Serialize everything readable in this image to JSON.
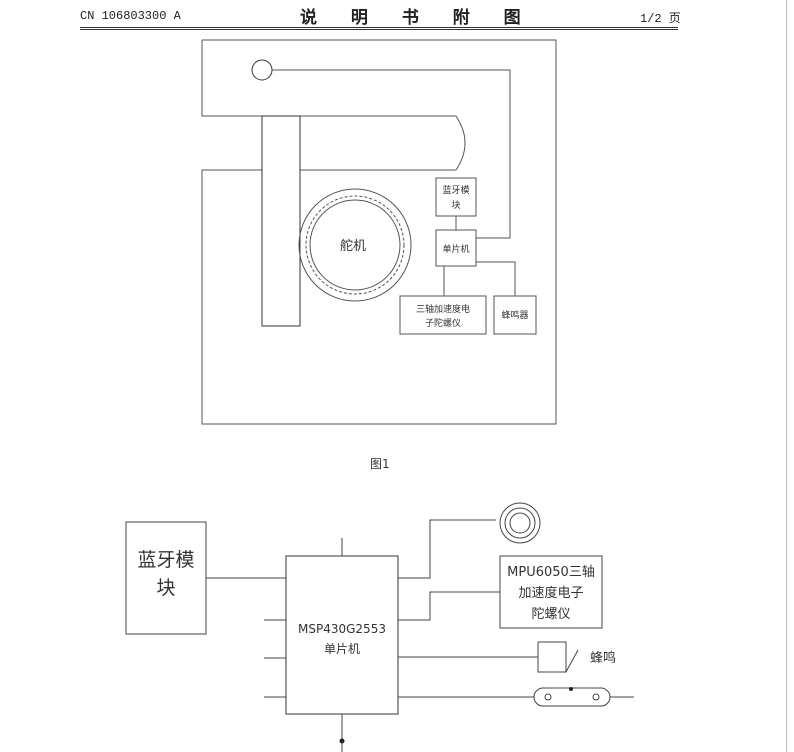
{
  "header": {
    "patent_number": "CN 106803300 A",
    "title": "说 明 书 附 图",
    "page": "1/2 页"
  },
  "figure1": {
    "caption": "图1",
    "servo_label": "舵机",
    "bluetooth_label_line1": "蓝牙模",
    "bluetooth_label_line2": "块",
    "mcu_label": "单片机",
    "gyro_label_line1": "三轴加速度电",
    "gyro_label_line2": "子陀螺仪",
    "buzzer_label": "蜂鸣器"
  },
  "figure2": {
    "bluetooth_label_line1": "蓝牙模",
    "bluetooth_label_line2": "块",
    "mcu_label_line1": "MSP430G2553",
    "mcu_label_line2": "单片机",
    "gyro_label_line1": "MPU6050三轴",
    "gyro_label_line2": "加速度电子",
    "gyro_label_line3": "陀螺仪",
    "buzzer_label": "蜂鸣"
  }
}
